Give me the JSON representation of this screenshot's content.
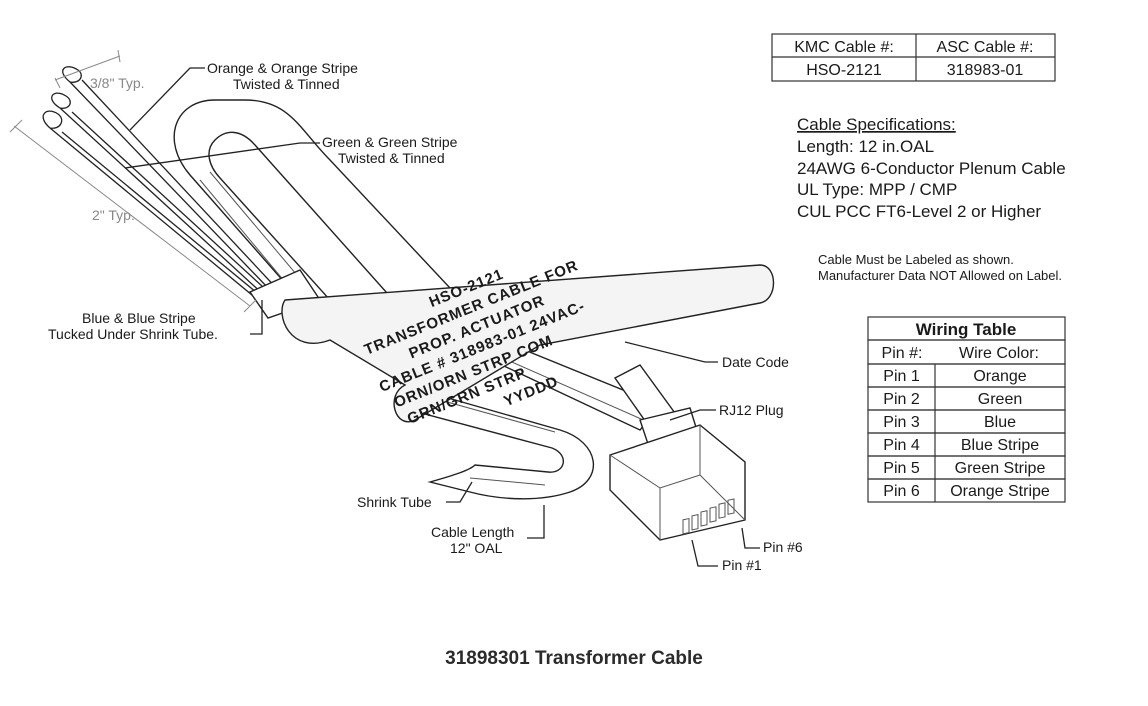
{
  "caption": "31898301 Transformer Cable",
  "cable_numbers": {
    "headers": [
      "KMC Cable #:",
      "ASC Cable #:"
    ],
    "values": [
      "HSO-2121",
      "318983-01"
    ]
  },
  "specs": {
    "title": "Cable Specifications:",
    "lines": [
      "Length: 12 in.OAL",
      "24AWG 6-Conductor Plenum Cable",
      "UL Type:  MPP / CMP",
      "CUL PCC FT6-Level 2 or Higher"
    ]
  },
  "label_note": [
    "Cable Must be Labeled as shown.",
    "Manufacturer Data NOT Allowed on Label."
  ],
  "wiring_table": {
    "title": "Wiring Table",
    "headers": [
      "Pin #:",
      "Wire Color:"
    ],
    "rows": [
      [
        "Pin 1",
        "Orange"
      ],
      [
        "Pin 2",
        "Green"
      ],
      [
        "Pin 3",
        "Blue"
      ],
      [
        "Pin 4",
        "Blue Stripe"
      ],
      [
        "Pin 5",
        "Green Stripe"
      ],
      [
        "Pin 6",
        "Orange Stripe"
      ]
    ]
  },
  "callouts": {
    "dim_short": "3/8\" Typ.",
    "dim_long": "2\" Typ.",
    "orange_pair": [
      "Orange & Orange Stripe",
      "Twisted & Tinned"
    ],
    "green_pair": [
      "Green & Green Stripe",
      "Twisted & Tinned"
    ],
    "blue_pair": [
      "Blue & Blue Stripe",
      "Tucked Under Shrink Tube."
    ],
    "date_code": "Date Code",
    "rj12": "RJ12 Plug",
    "shrink_tube": "Shrink Tube",
    "cable_length": [
      "Cable Length",
      "12\" OAL"
    ],
    "pin6": "Pin #6",
    "pin1": "Pin #1"
  },
  "cable_label": [
    "HSO-2121",
    "TRANSFORMER CABLE FOR",
    "PROP. ACTUATOR",
    "CABLE # 318983-01    24VAC-",
    "ORN/ORN STRP       COM",
    "GRN/GRN STRP",
    "YYDDD"
  ]
}
